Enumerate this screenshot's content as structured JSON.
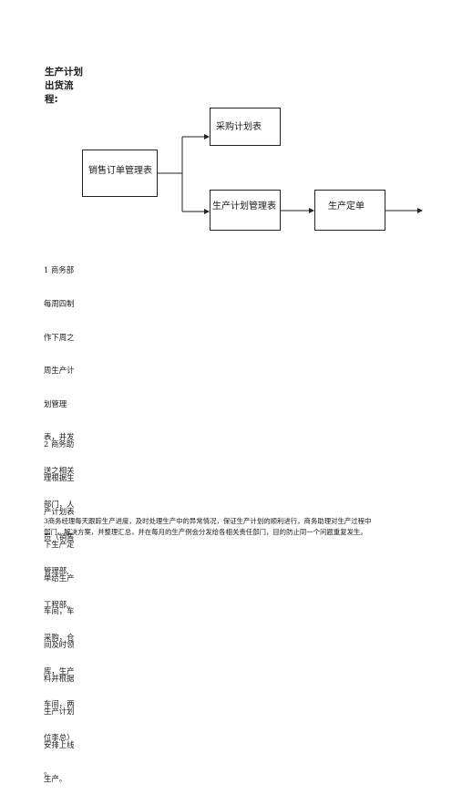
{
  "title_lines": [
    "生产计划",
    "出货流",
    "程:"
  ],
  "flow": {
    "sales_order": "销售订单管理表",
    "purchase_plan": "采购计划表",
    "production_plan": "生产计划管理表",
    "production_order": "生产定单"
  },
  "steps": {
    "step1_lines": [
      "1 商务部",
      "每周四制",
      "作下周之",
      "周生产计",
      "划管理",
      "表，并发",
      "送之相关",
      "部门，人",
      "员（销售",
      "管理部,",
      "工程部,",
      "采购，仓",
      "库，生产",
      "车间，两",
      "位李总）",
      "。"
    ],
    "step2_lines": [
      "2 商务助",
      "理根据生",
      "产计划表",
      "下生产定",
      "单给生产",
      "车间，车",
      "间及时领",
      "料并根据",
      "生产计划",
      "安排上线",
      "生产。"
    ],
    "step3_lines": [
      "3商务经理每天跟踪生产进度，及时处理生产中的异常情况，保证生产计划的顺利进行，商务助理对生产过程中",
      "部门，解决方案，并整理汇总，并在每月的生产例会分发给各相关责任部门，目的防止同一个问题重复发生。"
    ]
  }
}
